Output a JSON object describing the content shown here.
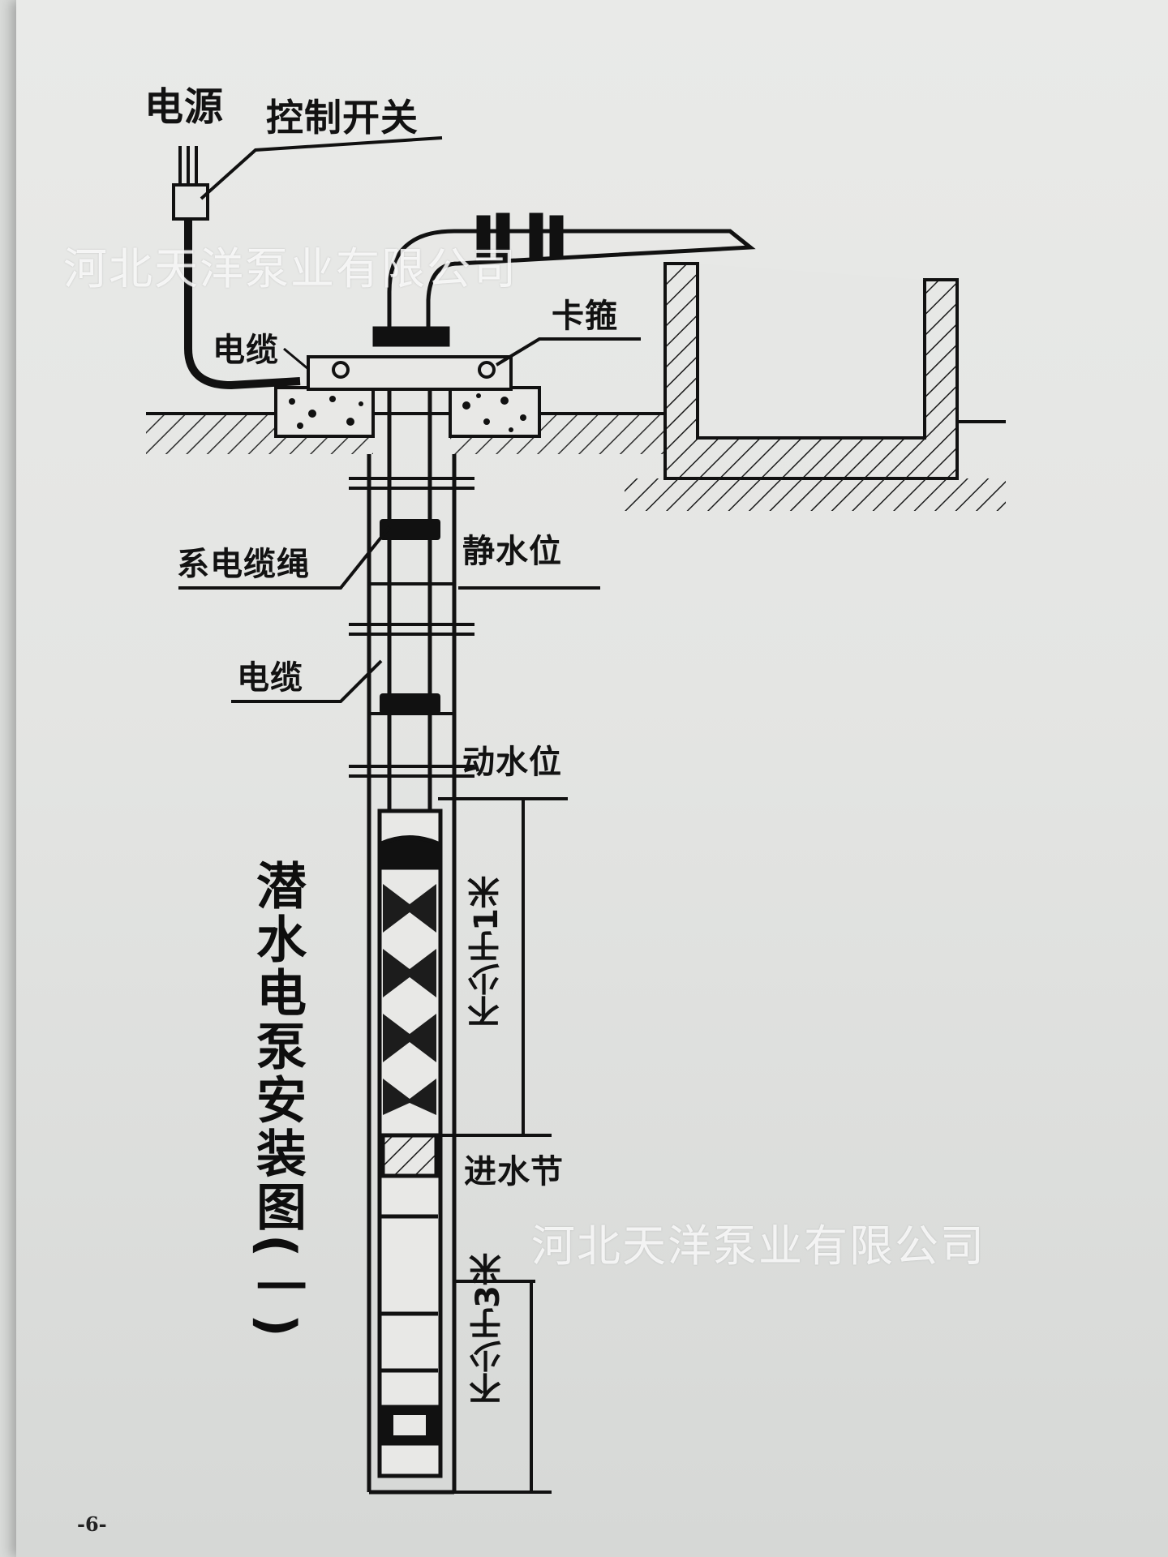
{
  "labels": {
    "power": "电源",
    "switch": "控制开关",
    "cable_top": "电缆",
    "clamp": "卡箍",
    "rope": "系电缆绳",
    "static_water": "静水位",
    "cable_mid": "电缆",
    "dynamic_water": "动水位",
    "min_1m": "不少于1米",
    "inlet": "进水节",
    "min_3m": "不少于3米"
  },
  "title": "潜水电泵安装图(一)",
  "watermark": "河北天洋泵业有限公司",
  "page_number": "-6-",
  "colors": {
    "ink": "#121212",
    "paper": "#e6e7e5",
    "watermark": "#ffffff"
  }
}
